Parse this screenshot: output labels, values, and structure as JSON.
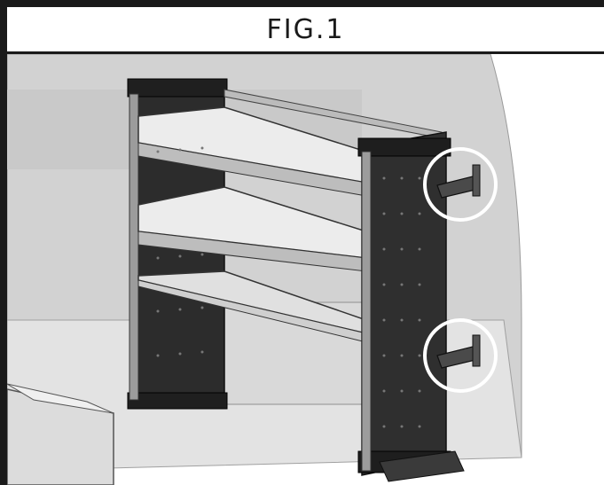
{
  "figure": {
    "title": "FIG.1"
  },
  "colors": {
    "frame": "#1a1a1a",
    "panel_dark": "#2b2b2b",
    "van_wall": "#cfcfcf",
    "van_floor": "#e6e6e6",
    "shelf_light": "#ececec",
    "callout_circle": "#ffffff"
  },
  "icons": {
    "upper_bracket": "upper-mounting-bracket-callout",
    "lower_bracket": "lower-mounting-bracket-callout"
  }
}
